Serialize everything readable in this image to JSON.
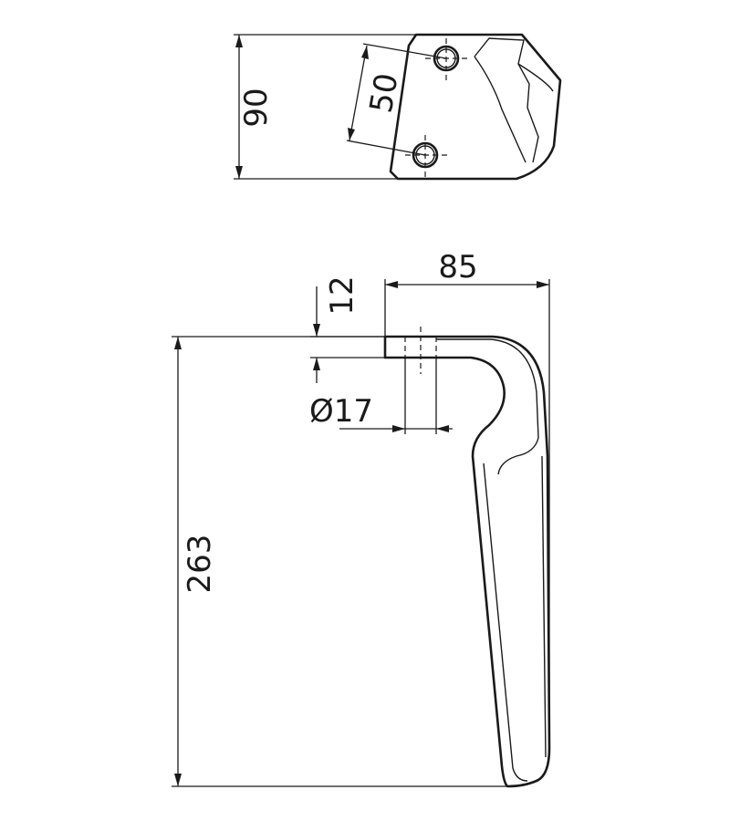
{
  "drawing": {
    "top_view": {
      "height_dimension": "90",
      "hole_spacing_dimension": "50"
    },
    "side_view": {
      "width_dimension": "85",
      "thickness_dimension": "12",
      "hole_diameter_dimension": "Ø17",
      "length_dimension": "263"
    }
  },
  "colors": {
    "line": "#1a1a1a",
    "background": "#ffffff"
  }
}
